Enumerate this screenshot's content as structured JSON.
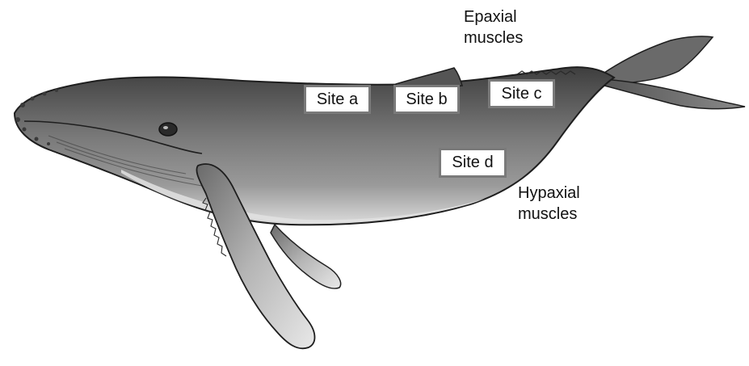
{
  "labels": {
    "epaxial": [
      "Epaxial",
      "muscles"
    ],
    "hypaxial": [
      "Hypaxial",
      "muscles"
    ]
  },
  "sites": {
    "a": "Site a",
    "b": "Site b",
    "c": "Site c",
    "d": "Site d"
  },
  "colors": {
    "body_dark": "#4a4a4a",
    "body_mid": "#7b7b7b",
    "belly_light": "#d6d6d6",
    "outline": "#1e1e1e",
    "box_border": "#7a7a7a"
  }
}
